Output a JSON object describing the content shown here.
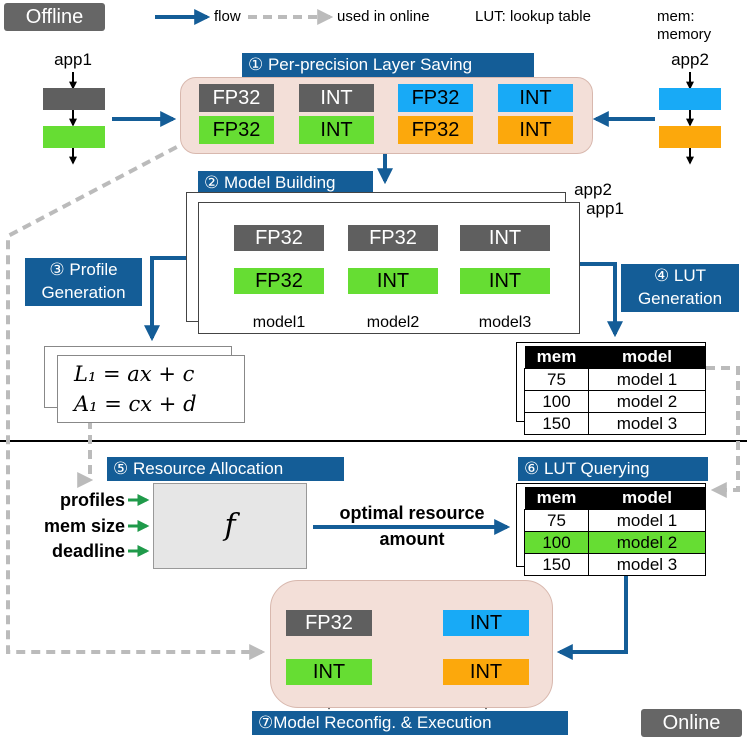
{
  "header": {
    "offline_label": "Offline",
    "online_label": "Online"
  },
  "legend": {
    "flow_label": "flow",
    "online_label": "used in online",
    "lut_def": "LUT: lookup table",
    "mem_def": "mem: memory"
  },
  "stages": {
    "s1": "① Per-precision Layer Saving",
    "s2": "② Model Building",
    "s3_line1": "③ Profile",
    "s3_line2": "Generation",
    "s4_line1": "④ LUT",
    "s4_line2": "Generation",
    "s5": "⑤ Resource Allocation",
    "s6": "⑥ LUT Querying",
    "s7": "⑦Model Reconfig. & Execution"
  },
  "apps": {
    "app1": "app1",
    "app2": "app2"
  },
  "layer_saving": {
    "blocks": [
      "FP32",
      "INT",
      "FP32",
      "INT",
      "FP32",
      "INT",
      "FP32",
      "INT"
    ]
  },
  "model_building": {
    "stack_app2": "app2",
    "stack_app1": "app1",
    "models": [
      {
        "top": "FP32",
        "bottom": "FP32",
        "name": "model1"
      },
      {
        "top": "FP32",
        "bottom": "INT",
        "name": "model2"
      },
      {
        "top": "INT",
        "bottom": "INT",
        "name": "model3"
      }
    ]
  },
  "profiles": {
    "eq1": "L₁ = ax + c",
    "eq2": "A₁ = cx + d"
  },
  "lut": {
    "headers": [
      "mem",
      "model"
    ],
    "rows": [
      [
        "75",
        "model 1"
      ],
      [
        "100",
        "model 2"
      ],
      [
        "150",
        "model 3"
      ]
    ]
  },
  "allocation": {
    "inputs": [
      "profiles",
      "mem size",
      "deadline"
    ],
    "function": "f",
    "output_line1": "optimal resource",
    "output_line2": "amount"
  },
  "execution": {
    "app1_top": "FP32",
    "app1_bottom": "INT",
    "app2_top": "INT",
    "app2_bottom": "INT"
  },
  "colors": {
    "flow_arrow": "#145d97",
    "online_arrow": "#bbbbbb",
    "fp32": "#5f5f5f",
    "green": "#66dd33",
    "blue": "#18aaf6",
    "orange": "#fca80c",
    "stage_label": "#145d97",
    "pink_panel": "#f3dfd8",
    "input_arrow": "#1f9a4a"
  }
}
